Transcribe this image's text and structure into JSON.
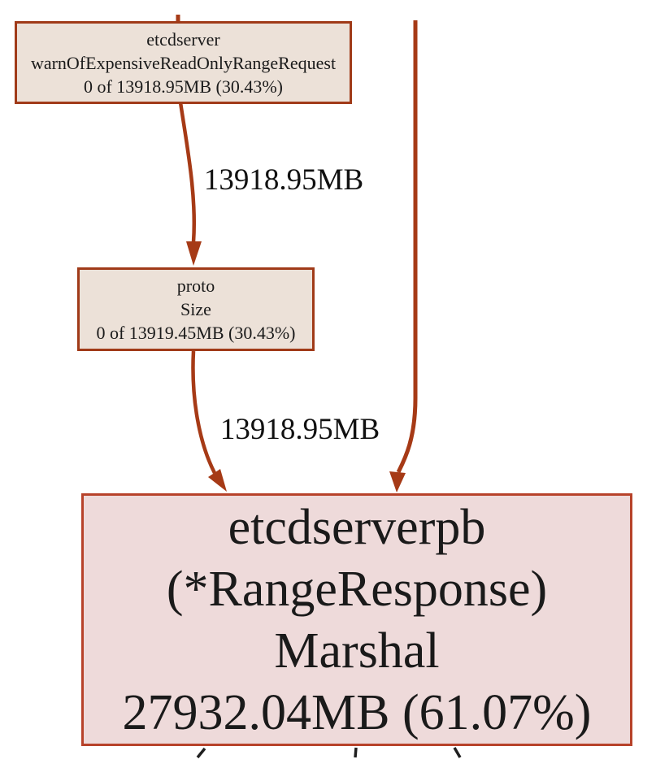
{
  "graph": {
    "type": "pprof-memory-callgraph",
    "colors": {
      "background": "#ffffff",
      "edge_stroke": "#a63a16",
      "node_border": "#a03a18",
      "hot_node_border": "#b7422a",
      "node_fill": "#ece1d8",
      "hot_node_fill": "#eedada",
      "label_text": "#111111",
      "outgoing_stub": "#1f1f1f"
    },
    "nodes": [
      {
        "id": "etcdserver-warnOfExpensiveReadOnlyRangeRequest",
        "lines": [
          "etcdserver",
          "warnOfExpensiveReadOnlyRangeRequest",
          "0 of 13918.95MB (30.43%)"
        ]
      },
      {
        "id": "proto-Size",
        "lines": [
          "proto",
          "Size",
          "0 of 13919.45MB (30.43%)"
        ]
      },
      {
        "id": "etcdserverpb-RangeResponse-Marshal",
        "lines": [
          "etcdserverpb",
          "(*RangeResponse)",
          "Marshal",
          "27932.04MB (61.07%)"
        ]
      }
    ],
    "edges": [
      {
        "from": "etcdserver-warnOfExpensiveReadOnlyRangeRequest",
        "to": "proto-Size",
        "label": "13918.95MB"
      },
      {
        "from": "proto-Size",
        "to": "etcdserverpb-RangeResponse-Marshal",
        "label": "13918.95MB"
      },
      {
        "from": "offscreen-top",
        "to": "etcdserverpb-RangeResponse-Marshal",
        "label": ""
      }
    ]
  }
}
